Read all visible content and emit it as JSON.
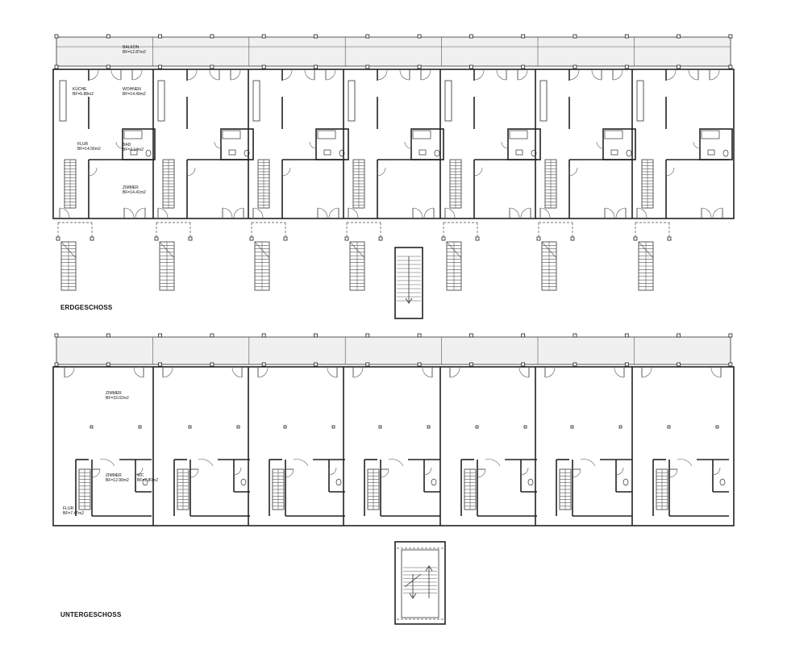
{
  "floors": [
    {
      "id": "eg",
      "title": "ERDGESCHOSS",
      "rooms": [
        {
          "name": "BALKON",
          "area": "BF=12.87m2"
        },
        {
          "name": "KÜCHE",
          "area": "BF=6.88m2"
        },
        {
          "name": "WOHNEN",
          "area": "BF=14.49m2"
        },
        {
          "name": "FLUR",
          "area": "BF=14.56m2"
        },
        {
          "name": "BAD",
          "area": "BF=3.14m2"
        },
        {
          "name": "ZIMMER",
          "area": "BF=14.41m2"
        }
      ]
    },
    {
      "id": "ug",
      "title": "UNTERGESCHOSS",
      "rooms": [
        {
          "name": "ZIMMER",
          "area": "BF=33.02m2"
        },
        {
          "name": "ZIMMER",
          "area": "BF=12.90m2"
        },
        {
          "name": "WC",
          "area": "BF=2.80m2"
        },
        {
          "name": "FLUR",
          "area": "BF=7.47m2"
        }
      ]
    }
  ],
  "unit_count": 7
}
